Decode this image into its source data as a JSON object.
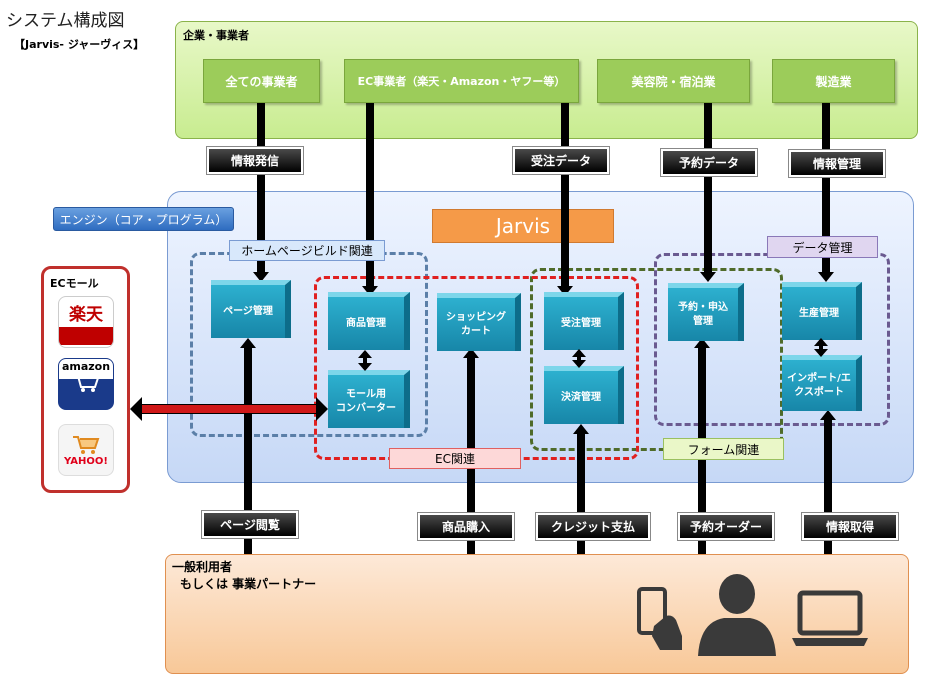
{
  "title": "システム構成図",
  "subtitle": "【Jarvis- ジャーヴィス】",
  "company": {
    "label": "企業・事業者",
    "boxes": [
      "全ての事業者",
      "EC事業者（楽天・Amazon・ヤフー等）",
      "美容院・宿泊業",
      "製造業"
    ]
  },
  "flows_top": [
    "情報発信",
    "受注データ",
    "予約データ",
    "情報管理"
  ],
  "engine": {
    "label": "エンジン（コア・プログラム）",
    "name": "Jarvis"
  },
  "groups": {
    "home": "ホームページビルド関連",
    "ec": "EC関連",
    "form": "フォーム関連",
    "data": "データ管理"
  },
  "modules": {
    "page": "ページ管理",
    "product": "商品管理",
    "mall_converter": [
      "モール用",
      "コンバーター"
    ],
    "cart": [
      "ショッピング",
      "カート"
    ],
    "order": "受注管理",
    "payment": "決済管理",
    "reservation": [
      "予約・申込",
      "管理"
    ],
    "production": "生産管理",
    "import_export": [
      "インポート/エ",
      "クスポート"
    ]
  },
  "ecmall": {
    "label": "ECモール",
    "logos": [
      "楽天",
      "amazon",
      "YAHOO!"
    ]
  },
  "flows_bottom": [
    "ページ閲覧",
    "商品購入",
    "クレジット支払",
    "予約オーダー",
    "情報取得"
  ],
  "users": {
    "line1": "一般利用者",
    "line2": "もしくは 事業パートナー"
  }
}
